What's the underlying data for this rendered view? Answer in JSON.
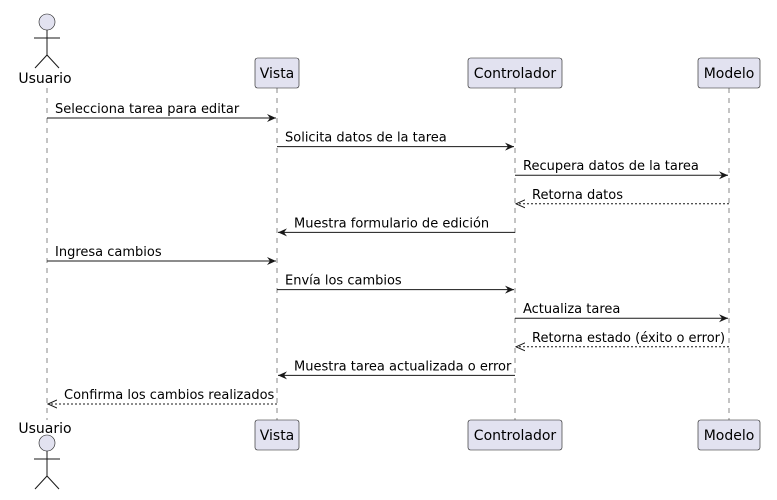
{
  "participants": [
    {
      "id": "usuario",
      "label": "Usuario",
      "kind": "actor"
    },
    {
      "id": "vista",
      "label": "Vista",
      "kind": "participant"
    },
    {
      "id": "controlador",
      "label": "Controlador",
      "kind": "participant"
    },
    {
      "id": "modelo",
      "label": "Modelo",
      "kind": "participant"
    }
  ],
  "messages": [
    {
      "from": "usuario",
      "to": "vista",
      "label": "Selecciona tarea para editar",
      "style": "solid"
    },
    {
      "from": "vista",
      "to": "controlador",
      "label": "Solicita datos de la tarea",
      "style": "solid"
    },
    {
      "from": "controlador",
      "to": "modelo",
      "label": "Recupera datos de la tarea",
      "style": "solid"
    },
    {
      "from": "modelo",
      "to": "controlador",
      "label": "Retorna datos",
      "style": "dashed"
    },
    {
      "from": "controlador",
      "to": "vista",
      "label": "Muestra formulario de edición",
      "style": "solid"
    },
    {
      "from": "usuario",
      "to": "vista",
      "label": "Ingresa cambios",
      "style": "solid"
    },
    {
      "from": "vista",
      "to": "controlador",
      "label": "Envía los cambios",
      "style": "solid"
    },
    {
      "from": "controlador",
      "to": "modelo",
      "label": "Actualiza tarea",
      "style": "solid"
    },
    {
      "from": "modelo",
      "to": "controlador",
      "label": "Retorna estado (éxito o error)",
      "style": "dashed"
    },
    {
      "from": "controlador",
      "to": "vista",
      "label": "Muestra tarea actualizada o error",
      "style": "solid"
    },
    {
      "from": "vista",
      "to": "usuario",
      "label": "Confirma los cambios realizados",
      "style": "dashed"
    }
  ],
  "colors": {
    "participant_fill": "#e2e2f0",
    "participant_stroke": "#181818",
    "arrow": "#181818",
    "lifeline": "#888888"
  }
}
